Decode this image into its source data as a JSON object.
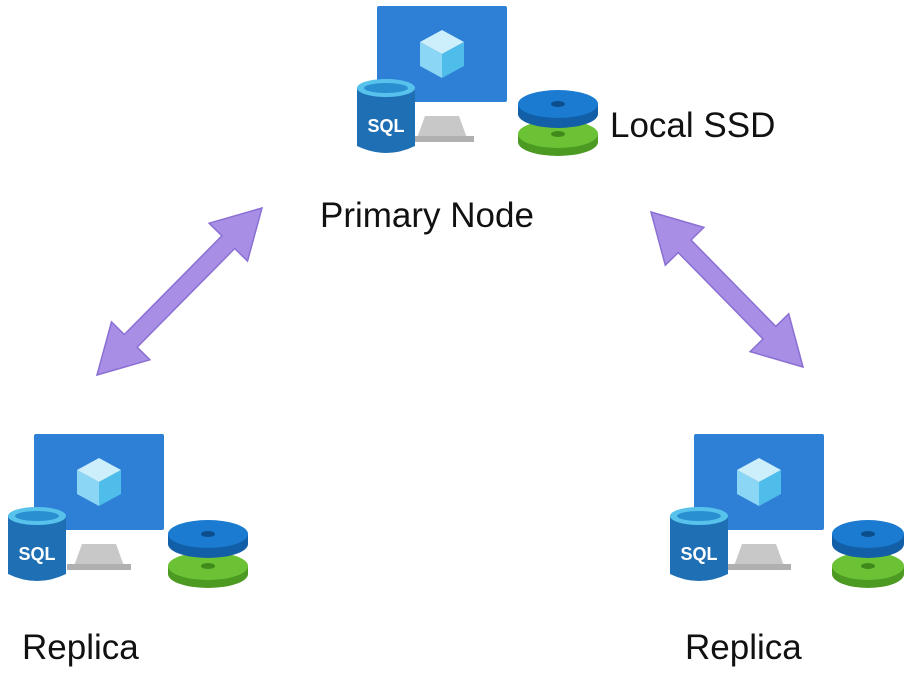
{
  "colors": {
    "monitor_screen": "#2e7fd6",
    "monitor_stand": "#c8c8c8",
    "sql_cylinder": "#1f6fb5",
    "sql_top": "#57c3ec",
    "disk_blue": "#1a7bd0",
    "disk_green": "#5fb82f",
    "arrow_fill": "#a98ee6",
    "arrow_stroke": "#8a6fd4"
  },
  "icons": {
    "vm": "virtual-machine-icon",
    "sql": "sql-database-icon",
    "disk": "disk-stack-icon"
  },
  "primary": {
    "label": "Primary Node",
    "sql_text": "SQL",
    "storage_label": "Local SSD"
  },
  "replica_left": {
    "label": "Replica",
    "sql_text": "SQL"
  },
  "replica_right": {
    "label": "Replica",
    "sql_text": "SQL"
  }
}
